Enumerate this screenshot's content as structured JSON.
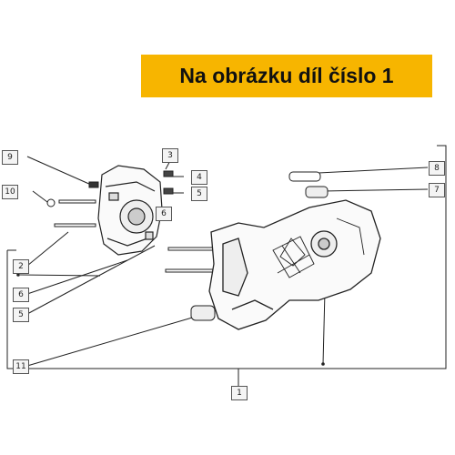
{
  "banner": {
    "text": "Na obrázku díl číslo 1",
    "color": "#f7b500"
  },
  "callouts": {
    "c1": "1",
    "c2": "2",
    "c3": "3",
    "c4": "4",
    "c5a": "5",
    "c5b": "5",
    "c6a": "6",
    "c6b": "6",
    "c7": "7",
    "c8": "8",
    "c9": "9",
    "c10": "10",
    "c11": "11"
  }
}
